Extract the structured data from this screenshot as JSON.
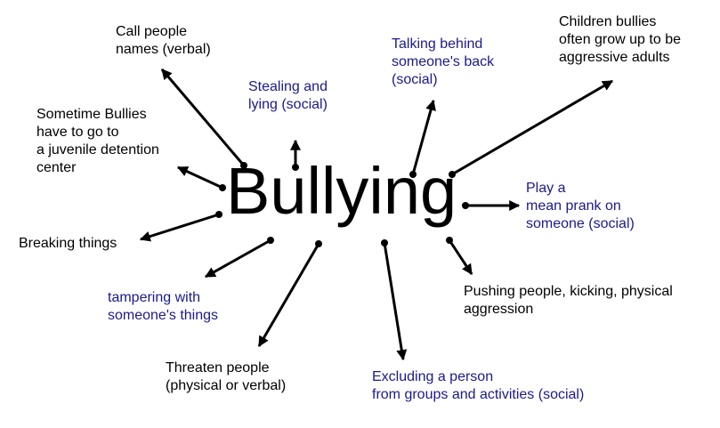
{
  "title": "Bullying",
  "colors": {
    "text": "#000000",
    "social": "#1a1a8c",
    "arrow": "#000000"
  },
  "nodes": [
    {
      "id": "call-names",
      "text": "Call people\nnames (verbal)",
      "color": "black"
    },
    {
      "id": "stealing",
      "text": "Stealing and\nlying (social)",
      "color": "blue"
    },
    {
      "id": "talking",
      "text": "Talking behind\nsomeone's back\n(social)",
      "color": "blue"
    },
    {
      "id": "children-bullies",
      "text": "Children bullies\noften grow up to be\naggressive adults",
      "color": "black"
    },
    {
      "id": "juvenile",
      "text": "Sometime Bullies\nhave to go to\na juvenile detention\ncenter",
      "color": "black"
    },
    {
      "id": "prank",
      "text": "Play a\nmean prank on\nsomeone (social)",
      "color": "blue"
    },
    {
      "id": "breaking",
      "text": "Breaking things",
      "color": "black"
    },
    {
      "id": "tampering",
      "text": "tampering with\nsomeone's things",
      "color": "blue"
    },
    {
      "id": "pushing",
      "text": "Pushing people, kicking, physical\naggression",
      "color": "black"
    },
    {
      "id": "threaten",
      "text": "Threaten people\n(physical or verbal)",
      "color": "black"
    },
    {
      "id": "excluding",
      "text": "Excluding a person\nfrom groups and activities (social)",
      "color": "blue"
    }
  ]
}
